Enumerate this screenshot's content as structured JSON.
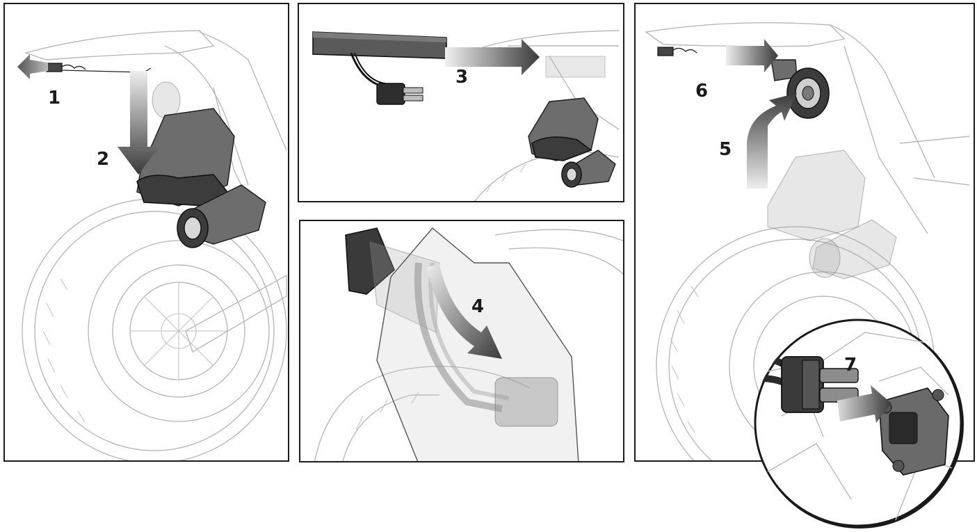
{
  "steps": [
    {
      "number": "1"
    },
    {
      "number": "2"
    },
    {
      "number": "3"
    },
    {
      "number": "4"
    },
    {
      "number": "5"
    },
    {
      "number": "6"
    },
    {
      "number": "7"
    }
  ],
  "colors": {
    "arrow_dark": "#3a3a3a",
    "arrow_light": "#dcdcdc",
    "outline": "#1a1a1a"
  }
}
